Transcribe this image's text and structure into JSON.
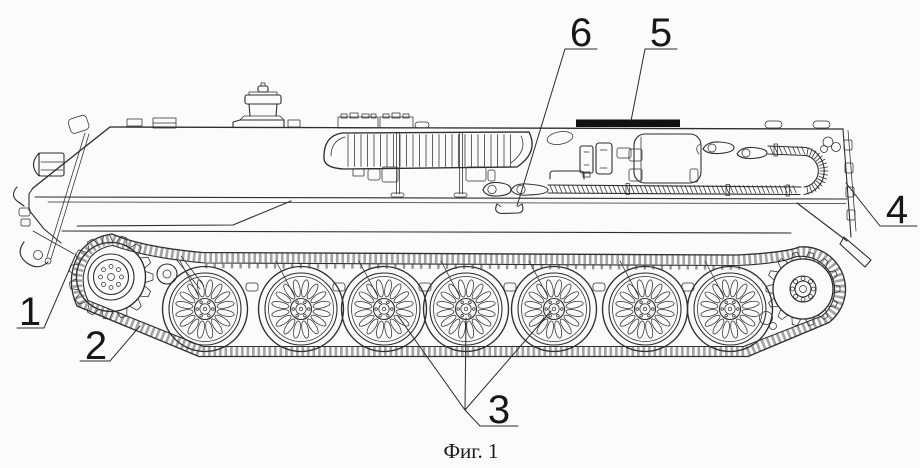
{
  "figure": {
    "caption": "Фиг. 1",
    "callouts": [
      {
        "number": "1"
      },
      {
        "number": "2"
      },
      {
        "number": "3"
      },
      {
        "number": "4"
      },
      {
        "number": "5"
      },
      {
        "number": "6"
      }
    ]
  },
  "colors": {
    "ink": "#2e2e2e",
    "paper": "#fbfbfb",
    "rail_fill": "#101010"
  }
}
